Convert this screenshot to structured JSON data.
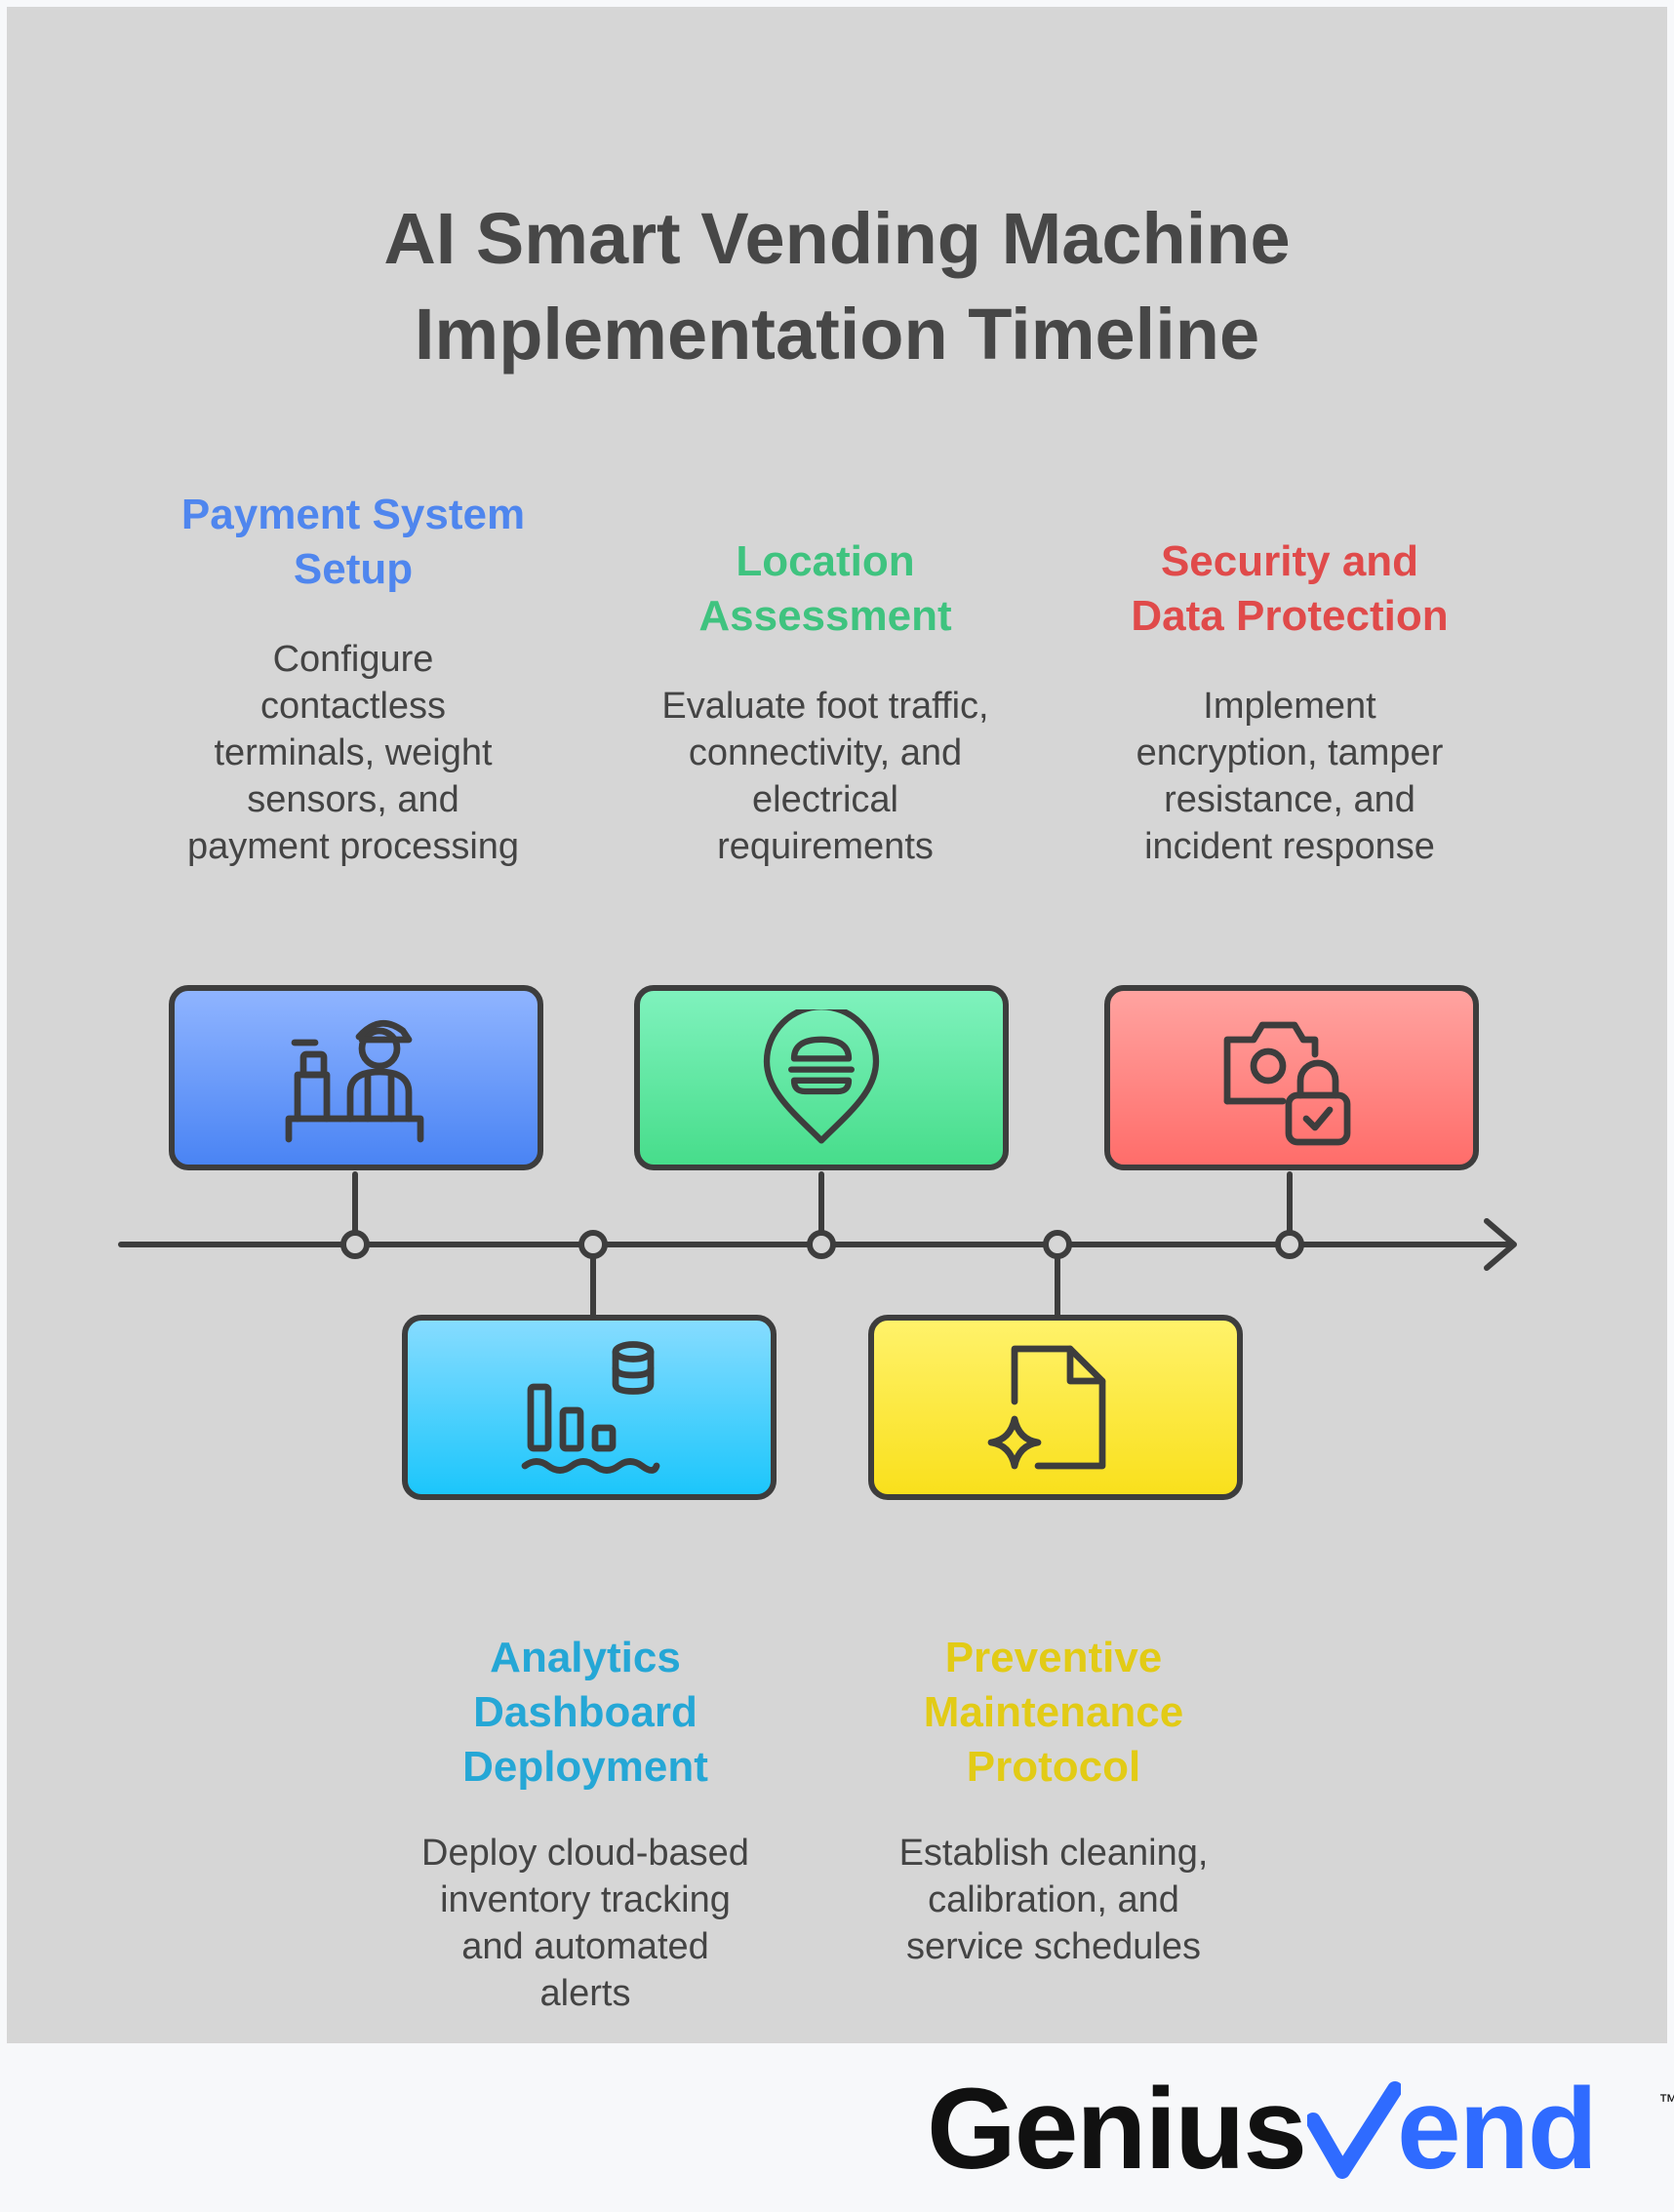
{
  "title": "AI Smart Vending Machine\nImplementation Timeline",
  "stages": [
    {
      "title": "Payment System\nSetup",
      "description": "Configure\ncontactless\nterminals, weight\nsensors, and\npayment processing",
      "icon": "cashier-register-icon",
      "color": "#4f86ee",
      "fill_top": "#8fb4ff",
      "fill_bottom": "#4a84f4"
    },
    {
      "title": "Location\nAssessment",
      "description": "Evaluate foot traffic,\nconnectivity, and\nelectrical\nrequirements",
      "icon": "burger-location-pin-icon",
      "color": "#3fc37f",
      "fill_top": "#7ff2bd",
      "fill_bottom": "#47dd8b"
    },
    {
      "title": "Security and\nData Protection",
      "description": "Implement\nencryption, tamper\nresistance, and\nincident response",
      "icon": "camera-lock-icon",
      "color": "#e04a4a",
      "fill_top": "#ffa3a0",
      "fill_bottom": "#ff6d6a"
    },
    {
      "title": "Analytics\nDashboard\nDeployment",
      "description": "Deploy cloud-based\ninventory tracking\nand automated\nalerts",
      "icon": "data-analytics-icon",
      "color": "#25a7d6",
      "fill_top": "#86dcff",
      "fill_bottom": "#1cc6fb"
    },
    {
      "title": "Preventive\nMaintenance\nProtocol",
      "description": "Establish cleaning,\ncalibration, and\nservice schedules",
      "icon": "sparkle-document-icon",
      "color": "#e2cb16",
      "fill_top": "#fff26a",
      "fill_bottom": "#f9e01c"
    }
  ],
  "logo": {
    "text_left": "Genius",
    "text_right": "end",
    "trademark": "™",
    "accent": "#2f6bff"
  }
}
